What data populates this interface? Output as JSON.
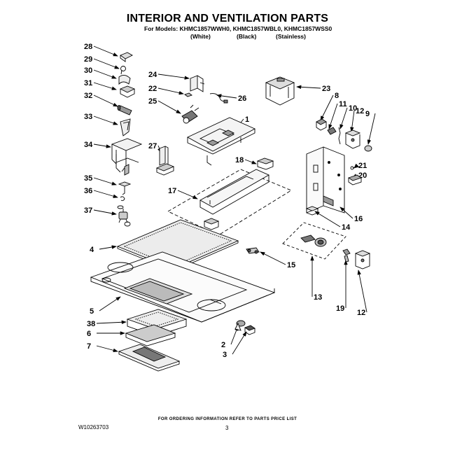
{
  "header": {
    "title": "INTERIOR AND VENTILATION PARTS",
    "models_line": "For Models: KHMC1857WWH0, KHMC1857WBL0, KHMC1857WSS0",
    "variants": [
      "(White)",
      "(Black)",
      "(Stainless)"
    ]
  },
  "callouts": [
    "28",
    "29",
    "30",
    "31",
    "32",
    "33",
    "34",
    "35",
    "36",
    "37",
    "24",
    "22",
    "25",
    "26",
    "1",
    "27",
    "18",
    "17",
    "23",
    "8",
    "11",
    "10",
    "12",
    "9",
    "21",
    "20",
    "16",
    "14",
    "4",
    "15",
    "13",
    "5",
    "38",
    "6",
    "7",
    "2",
    "3",
    "19",
    "12"
  ],
  "footer": {
    "note": "FOR ORDERING INFORMATION REFER TO PARTS PRICE LIST",
    "doc_number": "W10263703",
    "page": "3"
  }
}
